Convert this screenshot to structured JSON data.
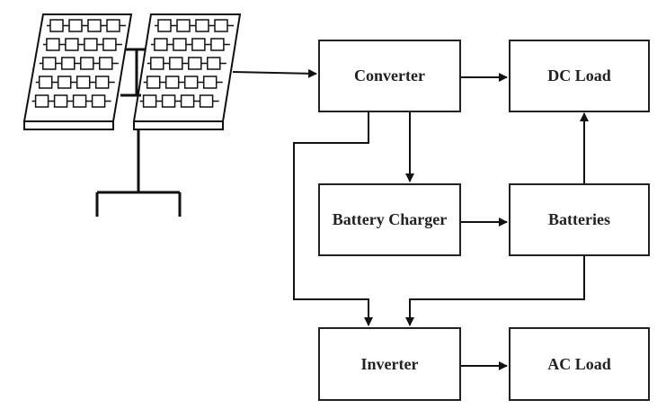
{
  "diagram": {
    "title": "Solar PV system block diagram",
    "nodes": [
      {
        "id": "converter",
        "label": "Converter"
      },
      {
        "id": "dc_load",
        "label": "DC Load"
      },
      {
        "id": "battery_charger",
        "label": "Battery Charger"
      },
      {
        "id": "batteries",
        "label": "Batteries"
      },
      {
        "id": "inverter",
        "label": "Inverter"
      },
      {
        "id": "ac_load",
        "label": "AC Load"
      }
    ],
    "edges": [
      {
        "from": "solar_panels",
        "to": "converter"
      },
      {
        "from": "converter",
        "to": "dc_load"
      },
      {
        "from": "converter",
        "to": "battery_charger"
      },
      {
        "from": "converter",
        "to": "inverter"
      },
      {
        "from": "battery_charger",
        "to": "batteries"
      },
      {
        "from": "batteries",
        "to": "dc_load"
      },
      {
        "from": "batteries",
        "to": "inverter"
      },
      {
        "from": "inverter",
        "to": "ac_load"
      }
    ],
    "source_icon": "solar-panel-array-icon"
  }
}
